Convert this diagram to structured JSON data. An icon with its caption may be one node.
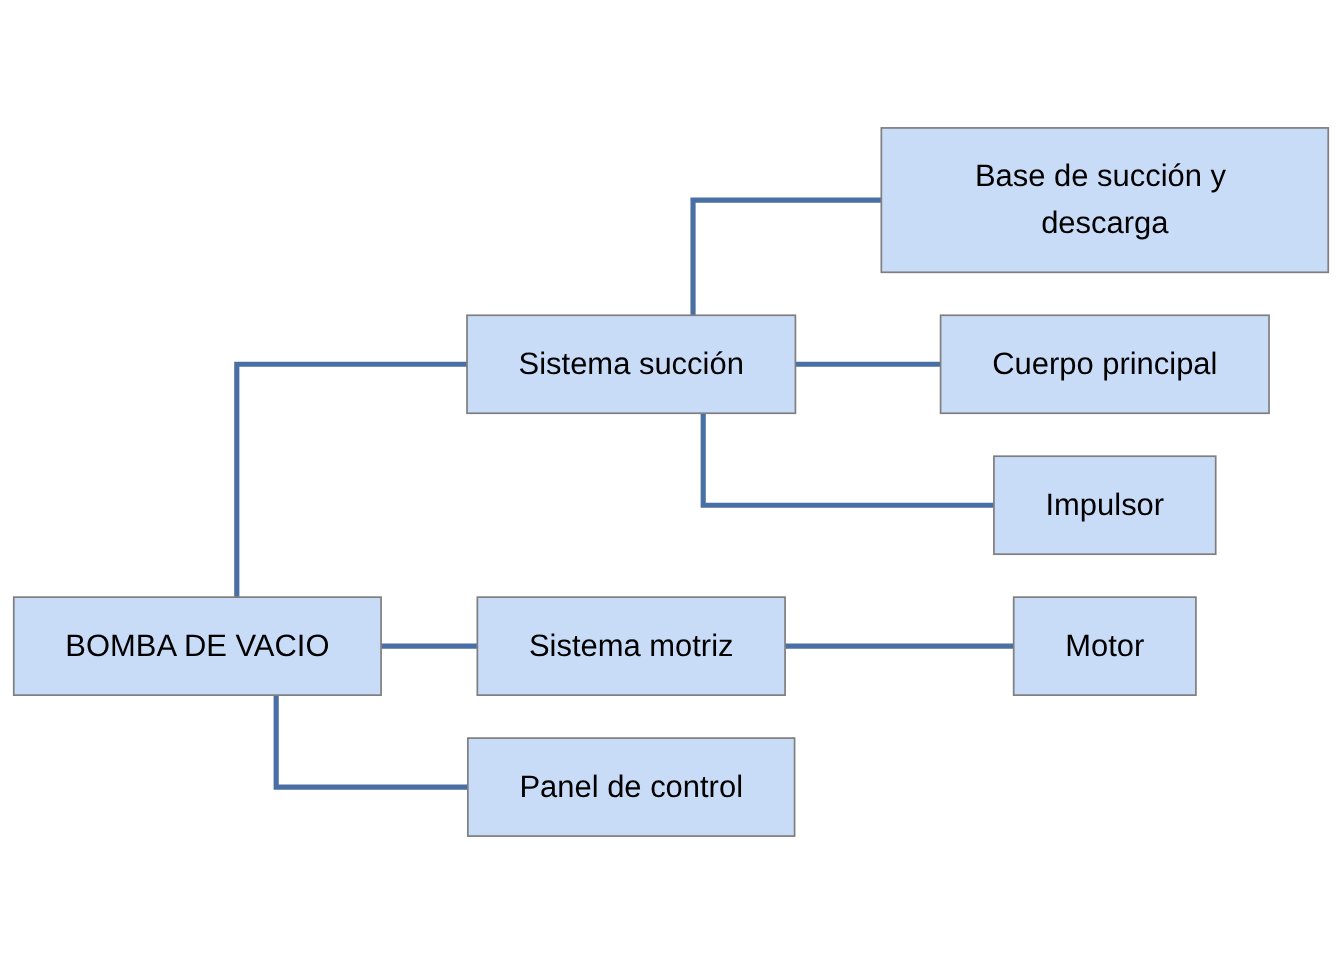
{
  "diagram": {
    "nodes": [
      {
        "text": [
          "BOMBA DE VACIO"
        ]
      },
      {
        "text": [
          "Sistema succión"
        ]
      },
      {
        "text": [
          "Sistema motriz"
        ]
      },
      {
        "text": [
          "Panel de control"
        ]
      },
      {
        "text": [
          "Base de succión y descarga"
        ]
      },
      {
        "text": [
          "Cuerpo principal"
        ]
      },
      {
        "text": [
          "Impulsor"
        ]
      },
      {
        "text": [
          "Motor"
        ]
      }
    ],
    "edges": [
      {
        "from": 0,
        "to": 1,
        "arrow": "none"
      },
      {
        "from": 0,
        "to": 2,
        "arrow": "none"
      },
      {
        "from": 0,
        "to": 3,
        "arrow": "none"
      },
      {
        "from": 1,
        "to": 4,
        "arrow": "none"
      },
      {
        "from": 1,
        "to": 5,
        "arrow": "none"
      },
      {
        "from": 1,
        "to": 6,
        "arrow": "none"
      },
      {
        "from": 2,
        "to": 7,
        "arrow": "none"
      }
    ]
  }
}
